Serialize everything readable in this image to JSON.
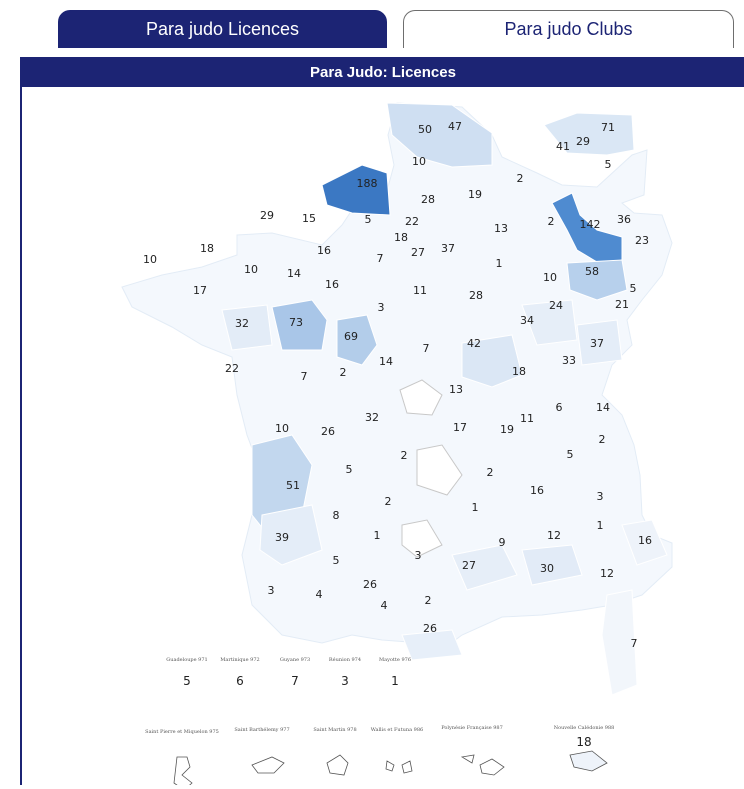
{
  "tabs": [
    {
      "label": "Para judo Licences",
      "active": true
    },
    {
      "label": "Para judo Clubs",
      "active": false
    }
  ],
  "panel_title": "Para Judo: Licences",
  "colors": {
    "accent": "#1c2474",
    "scale_low": "#f7faff",
    "scale_high": "#3b78c3"
  },
  "departments": [
    {
      "value": 50
    },
    {
      "value": 47
    },
    {
      "value": 71
    },
    {
      "value": 41
    },
    {
      "value": 29
    },
    {
      "value": 10
    },
    {
      "value": 5
    },
    {
      "value": 188
    },
    {
      "value": 2
    },
    {
      "value": 28
    },
    {
      "value": 19
    },
    {
      "value": 29
    },
    {
      "value": 15
    },
    {
      "value": 5
    },
    {
      "value": 22
    },
    {
      "value": 2
    },
    {
      "value": 142
    },
    {
      "value": 36
    },
    {
      "value": 13
    },
    {
      "value": 23
    },
    {
      "value": 18
    },
    {
      "value": 16
    },
    {
      "value": 18
    },
    {
      "value": 27
    },
    {
      "value": 37
    },
    {
      "value": 10
    },
    {
      "value": 7
    },
    {
      "value": 1
    },
    {
      "value": 10
    },
    {
      "value": 14
    },
    {
      "value": 10
    },
    {
      "value": 58
    },
    {
      "value": 16
    },
    {
      "value": 17
    },
    {
      "value": 11
    },
    {
      "value": 28
    },
    {
      "value": 5
    },
    {
      "value": 24
    },
    {
      "value": 21
    },
    {
      "value": 3
    },
    {
      "value": 32
    },
    {
      "value": 73
    },
    {
      "value": 34
    },
    {
      "value": 69
    },
    {
      "value": 42
    },
    {
      "value": 37
    },
    {
      "value": 7
    },
    {
      "value": 22
    },
    {
      "value": 7
    },
    {
      "value": 2
    },
    {
      "value": 14
    },
    {
      "value": 33
    },
    {
      "value": 18
    },
    {
      "value": 13
    },
    {
      "value": 6
    },
    {
      "value": 14
    },
    {
      "value": 10
    },
    {
      "value": 26
    },
    {
      "value": 32
    },
    {
      "value": 17
    },
    {
      "value": 19
    },
    {
      "value": 11
    },
    {
      "value": 2
    },
    {
      "value": 5
    },
    {
      "value": 2
    },
    {
      "value": 5
    },
    {
      "value": 2
    },
    {
      "value": 51
    },
    {
      "value": 16
    },
    {
      "value": 3
    },
    {
      "value": 2
    },
    {
      "value": 1
    },
    {
      "value": 8
    },
    {
      "value": 1
    },
    {
      "value": 12
    },
    {
      "value": 39
    },
    {
      "value": 1
    },
    {
      "value": 9
    },
    {
      "value": 16
    },
    {
      "value": 5
    },
    {
      "value": 3
    },
    {
      "value": 27
    },
    {
      "value": 30
    },
    {
      "value": 12
    },
    {
      "value": 3
    },
    {
      "value": 4
    },
    {
      "value": 26
    },
    {
      "value": 4
    },
    {
      "value": 2
    },
    {
      "value": 26
    },
    {
      "value": 7
    }
  ],
  "overseas": [
    {
      "name": "Guadeloupe 971",
      "value": "5"
    },
    {
      "name": "Martinique 972",
      "value": "6"
    },
    {
      "name": "Guyane 973",
      "value": "7"
    },
    {
      "name": "Réunion 974",
      "value": "3"
    },
    {
      "name": "Mayotte 976",
      "value": "1"
    },
    {
      "name": "Saint Pierre et Miquelon 975",
      "value": ""
    },
    {
      "name": "Saint Barthélemy 977",
      "value": ""
    },
    {
      "name": "Saint Martin 978",
      "value": ""
    },
    {
      "name": "Wallis et Futuna 986",
      "value": ""
    },
    {
      "name": "Polynésie Française 987",
      "value": ""
    },
    {
      "name": "Nouvelle Calédonie 988",
      "value": "18"
    }
  ]
}
